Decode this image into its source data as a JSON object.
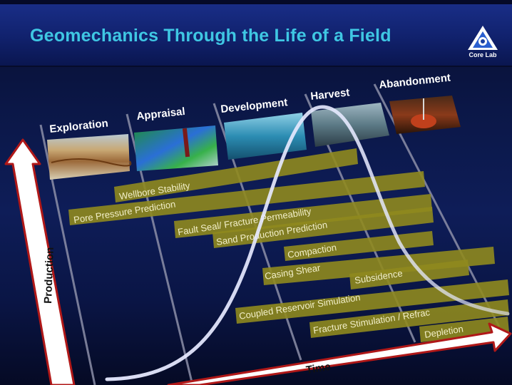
{
  "header": {
    "title": "Geomechanics Through the Life of a Field",
    "logo_text": "Core Lab"
  },
  "phases": [
    {
      "label": "Exploration"
    },
    {
      "label": "Appraisal"
    },
    {
      "label": "Development"
    },
    {
      "label": "Harvest"
    },
    {
      "label": "Abandonment"
    }
  ],
  "bands": [
    {
      "label": "Wellbore Stability"
    },
    {
      "label": "Pore Pressure Prediction"
    },
    {
      "label": "Fault Seal/ Fracture Permeability"
    },
    {
      "label": "Sand Production Prediction"
    },
    {
      "label": "Compaction"
    },
    {
      "label": "Casing Shear"
    },
    {
      "label": "Subsidence"
    },
    {
      "label": "Coupled Reservoir Simulation"
    },
    {
      "label": "Fracture Stimulation / Refrac"
    },
    {
      "label": "Depletion"
    }
  ],
  "axes": {
    "y_label": "Production",
    "x_label": "Time"
  },
  "colors": {
    "title": "#3fc7e3",
    "band_fill": "#8f8a1e",
    "arrow_fill": "#ffffff",
    "arrow_edge": "#b01818"
  }
}
